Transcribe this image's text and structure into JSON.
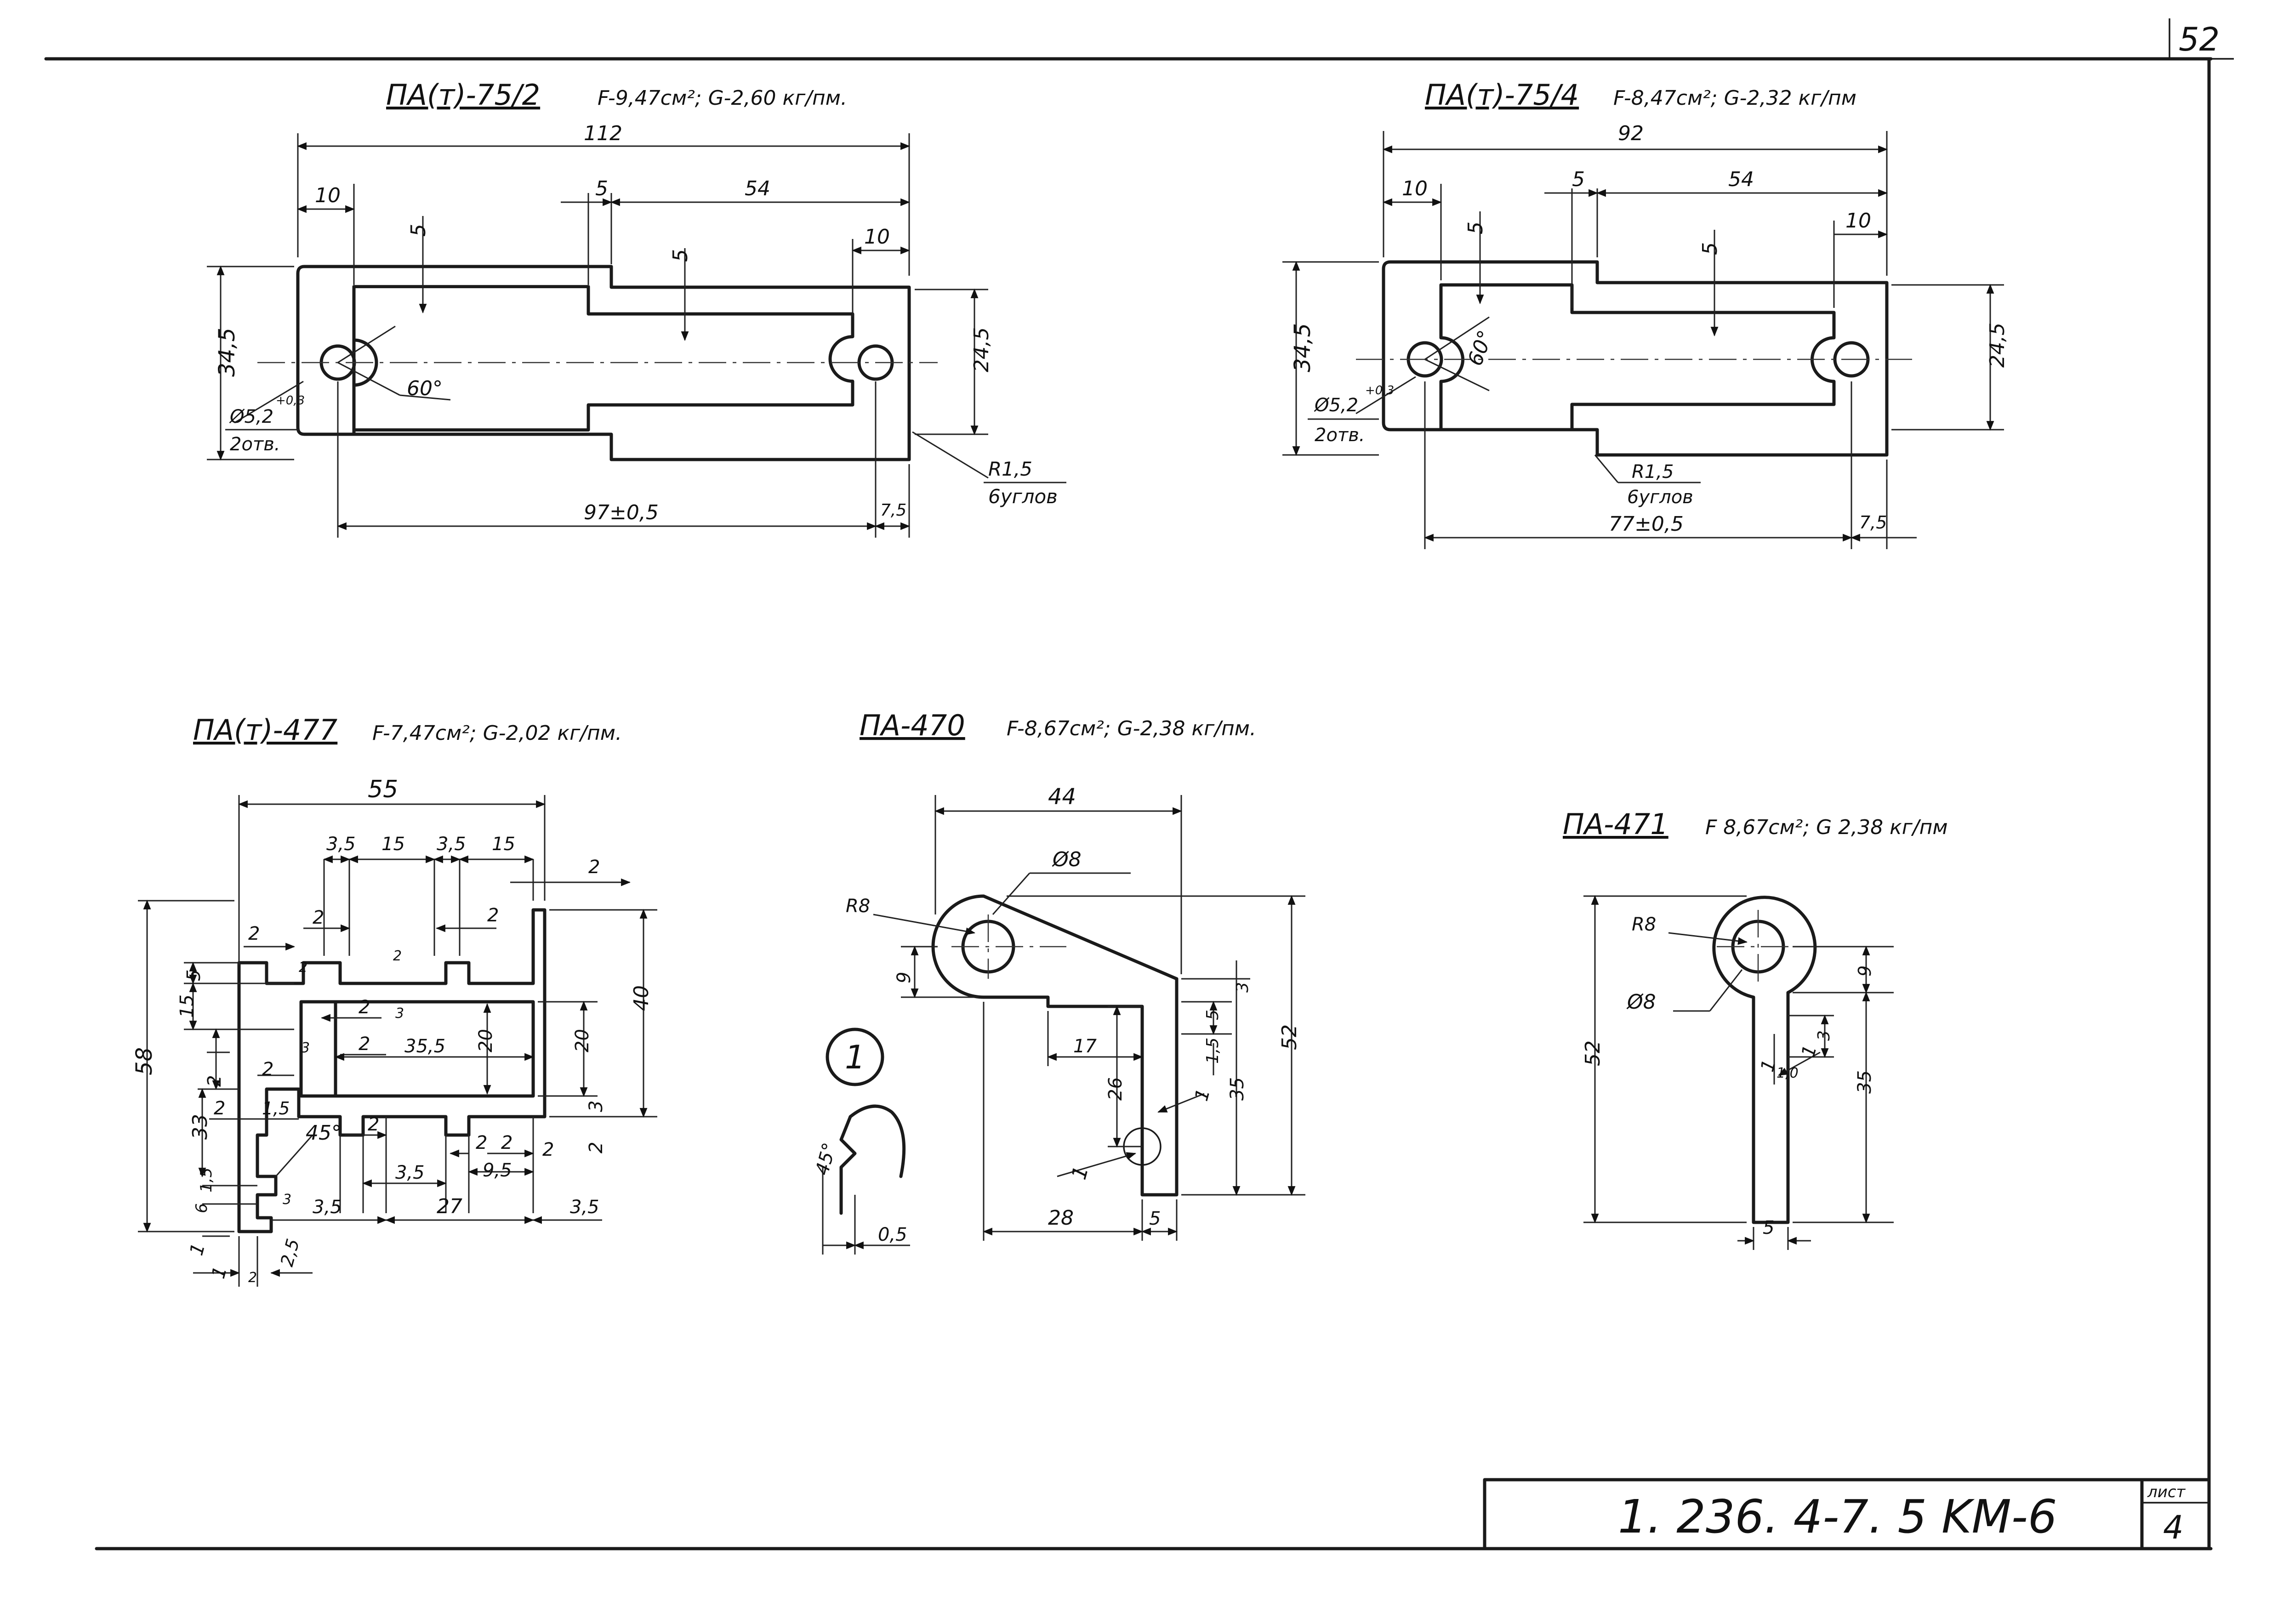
{
  "sheet": {
    "corner_number": "52",
    "designation": "1. 236. 4-7. 5 KM-6",
    "list_label": "лист",
    "list_number": "4"
  },
  "profiles": {
    "p1": {
      "title": "ПА(т)-75/2",
      "props": "F-9,47см²; G-2,60 кг/пм.",
      "dims": {
        "overall": "112",
        "left_wall": "10",
        "gap": "5",
        "slot": "54",
        "right_wall": "10",
        "top_wall": "5",
        "slot_wall": "5",
        "height": "34,5",
        "inner_h": "24,5",
        "hole_dia": "Ø5,2",
        "hole_tol": "+0,3",
        "hole_cnt": "2отв.",
        "angle": "60°",
        "radius": "R1,5",
        "corners": "6углов",
        "spacing": "97±0,5",
        "edge": "7,5"
      }
    },
    "p2": {
      "title": "ПА(т)-75/4",
      "props": "F-8,47см²; G-2,32 кг/пм",
      "dims": {
        "overall": "92",
        "left_wall": "10",
        "gap": "5",
        "slot": "54",
        "right_wall": "10",
        "top_wall": "5",
        "slot_wall": "5",
        "height": "34,5",
        "inner_h": "24,5",
        "hole_dia": "Ø5,2",
        "hole_tol": "+0,3",
        "hole_cnt": "2отв.",
        "angle": "60°",
        "radius": "R1,5",
        "corners": "6углов",
        "spacing": "77±0,5",
        "edge": "7,5"
      }
    },
    "p3": {
      "title": "ПА(т)-477",
      "props": "F-7,47см²; G-2,02 кг/пм.",
      "dims": {
        "w55": "55",
        "d35a": "3,5",
        "d15a": "15",
        "d35b": "3,5",
        "d15b": "15",
        "d2r": "2",
        "d2a": "2",
        "d2b": "2",
        "d2c": "2",
        "d2d": "2",
        "d2e": "2",
        "d5": "5",
        "d15c": "15",
        "d2f": "2",
        "d2g": "2",
        "d3a": "3",
        "d20a": "20",
        "d355": "35,5",
        "d20b": "20",
        "d40": "40",
        "d58": "58",
        "d2h": "2",
        "d2i": "2",
        "d3b": "3",
        "d33": "33",
        "d2j": "2",
        "d15d": "1,5",
        "d45": "45°",
        "d3c": "3",
        "d15e": "1,5",
        "d6": "6",
        "d2k": "2",
        "d2l": "2",
        "d2m": "2",
        "d2n": "2",
        "d35c": "3,5",
        "d95": "9,5",
        "d35d": "3,5",
        "d27": "27",
        "d35e": "3,5",
        "d2o": "2",
        "d3d": "3",
        "d1a": "1",
        "d1b": "1",
        "d2p": "2",
        "d25": "2,5"
      }
    },
    "p4": {
      "title": "ПА-470",
      "props": "F-8,67см²; G-2,38 кг/пм.",
      "dims": {
        "w44": "44",
        "r8": "R8",
        "d8": "Ø8",
        "d9": "9",
        "d17": "17",
        "d26": "26",
        "d1": "1",
        "d28": "28",
        "d5": "5",
        "d52": "52",
        "d3": "3",
        "d5b": "5",
        "d15": "1,5",
        "d35": "35",
        "d1b": "1"
      },
      "detail": {
        "label": "1",
        "angle": "45°",
        "size": "0,5"
      }
    },
    "p5": {
      "title": "ПА-471",
      "props": "F 8,67см²; G 2,38 кг/пм",
      "dims": {
        "r8": "R8",
        "d8": "Ø8",
        "d52": "52",
        "d9": "9",
        "d3": "3",
        "d1": "1",
        "d10": "1,0",
        "d35": "35",
        "d5": "5",
        "d1b": "1"
      }
    }
  }
}
